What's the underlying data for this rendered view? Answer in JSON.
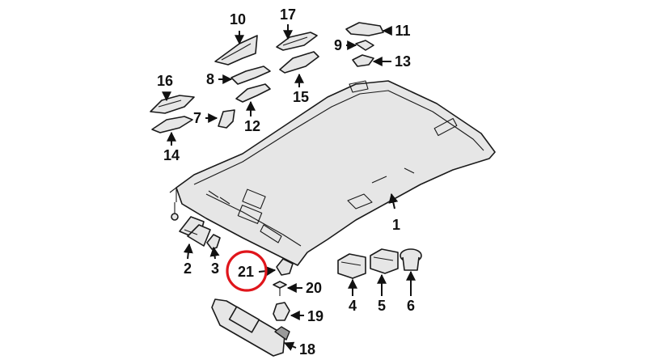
{
  "diagram": {
    "labels": {
      "p1": "1",
      "p2": "2",
      "p3": "3",
      "p4": "4",
      "p5": "5",
      "p6": "6",
      "p7": "7",
      "p8": "8",
      "p9": "9",
      "p10": "10",
      "p11": "11",
      "p12": "12",
      "p13": "13",
      "p14": "14",
      "p15": "15",
      "p16": "16",
      "p17": "17",
      "p18": "18",
      "p19": "19",
      "p20": "20",
      "p21": "21"
    },
    "highlighted_part": "21",
    "highlight_color": "#e0151b",
    "line_color": "#1a1a1a",
    "part_fill": "#e6e6e6"
  }
}
